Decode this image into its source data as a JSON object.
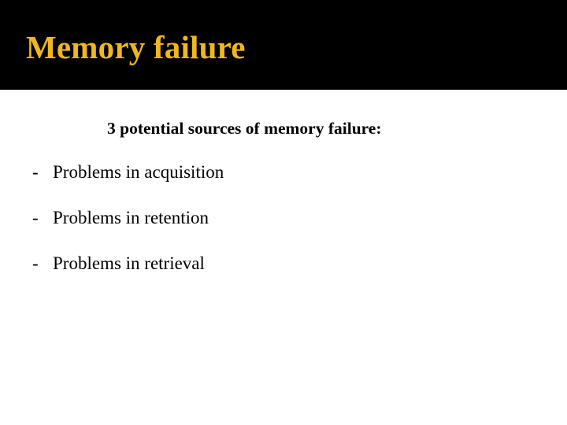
{
  "slide": {
    "title": "Memory failure",
    "title_color": "#F0B71E",
    "title_band_color": "#000000",
    "background_color": "#FFFFFF",
    "body_text_color": "#000000",
    "subtitle": "3 potential sources of memory failure:",
    "bullets": [
      {
        "marker": "-",
        "text": "Problems in acquisition"
      },
      {
        "marker": "-",
        "text": "Problems in retention"
      },
      {
        "marker": "-",
        "text": "Problems in retrieval"
      }
    ]
  }
}
